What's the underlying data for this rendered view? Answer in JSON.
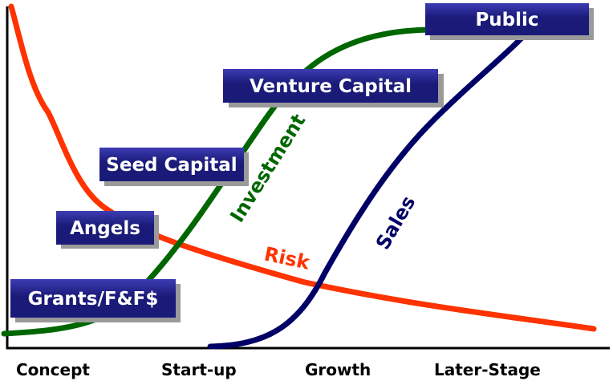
{
  "stages": [
    "Concept",
    "Start-up",
    "Growth",
    "Later-Stage"
  ],
  "funding_sources": [
    "Grants/F&F$",
    "Angels",
    "Seed Capital",
    "Venture Capital",
    "Public"
  ],
  "curves": {
    "investment": {
      "label": "Investment",
      "color": "#006600"
    },
    "sales": {
      "label": "Sales",
      "color": "#000066"
    },
    "risk": {
      "label": "Risk",
      "color": "#ff3300"
    }
  },
  "colors": {
    "box_fill": "#1a1a78",
    "box_gradient_top": "#3c3cb4",
    "box_shadow": "#9a9a9a",
    "box_text": "#ffffff",
    "axis": "#000000"
  }
}
